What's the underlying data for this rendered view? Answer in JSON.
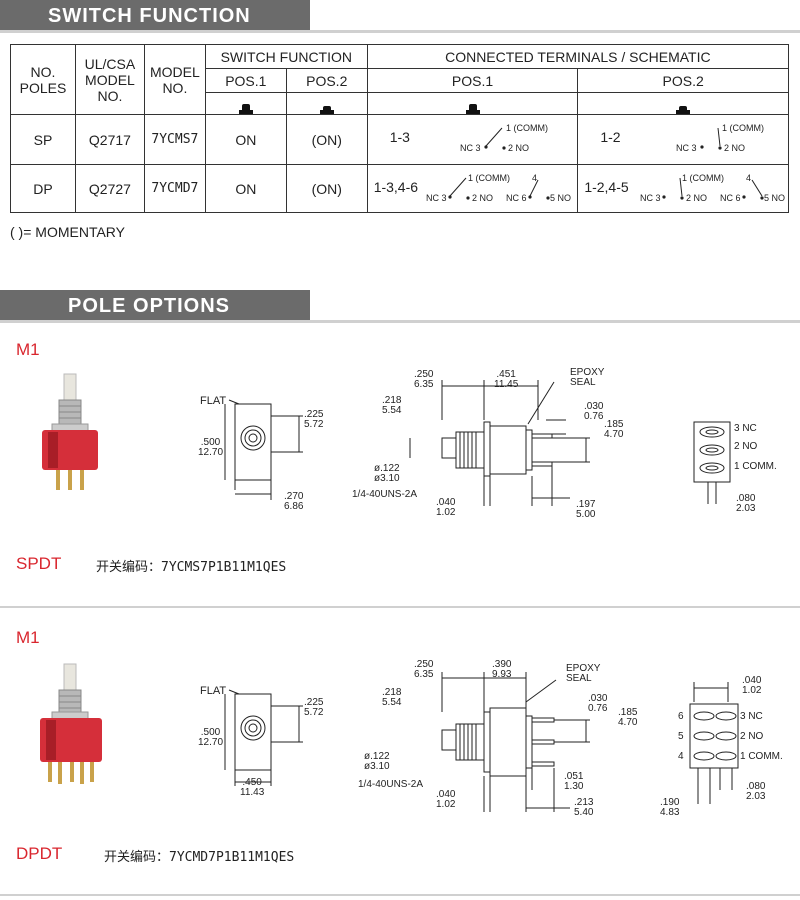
{
  "sections": {
    "switch_function": "SWITCH FUNCTION",
    "pole_options": "POLE OPTIONS"
  },
  "table": {
    "headers": {
      "no_poles": "NO. POLES",
      "ul_csa": "UL/CSA MODEL NO.",
      "model_no": "MODEL NO.",
      "switch_function": "SWITCH FUNCTION",
      "connected": "CONNECTED TERMINALS / SCHEMATIC",
      "pos1": "POS.1",
      "pos2": "POS.2"
    },
    "rows": [
      {
        "poles": "SP",
        "ul": "Q2717",
        "model": "7YCMS7",
        "pos1": "ON",
        "pos2": "(ON)",
        "conn1": "1-3",
        "conn2": "1-2"
      },
      {
        "poles": "DP",
        "ul": "Q2727",
        "model": "7YCMD7",
        "pos1": "ON",
        "pos2": "(ON)",
        "conn1": "1-3,4-6",
        "conn2": "1-2,4-5"
      }
    ],
    "schematic": {
      "comm": "1 (COMM)",
      "nc3": "NC 3",
      "no2": "2 NO",
      "t4": "4",
      "nc6": "NC 6",
      "no5": "5 NO"
    }
  },
  "momentary_note": "( )= MOMENTARY",
  "m1": {
    "label": "M1",
    "type": "SPDT",
    "code": "开关编码：7YCMS7P1B11M1QES",
    "flat": "FLAT",
    "d225": ".225",
    "d572": "5.72",
    "d500": ".500",
    "d1270": "12.70",
    "d270": ".270",
    "d686": "6.86",
    "d250": ".250",
    "d635": "6.35",
    "d451": ".451",
    "d1145": "11.45",
    "epoxy": "EPOXY SEAL",
    "d218": ".218",
    "d554": "5.54",
    "d030": ".030",
    "d076": "0.76",
    "d185": ".185",
    "d470": "4.70",
    "d122": "ø.122",
    "d310": "ø3.10",
    "thread": "1/4-40UNS-2A",
    "d040": ".040",
    "d102": "1.02",
    "d197": ".197",
    "d500mm": "5.00",
    "t3": "3 NC",
    "t2": "2 NO",
    "t1": "1 COMM.",
    "d080": ".080",
    "d203": "2.03"
  },
  "m2": {
    "label": "M1",
    "type": "DPDT",
    "code": "开关编码：7YCMD7P1B11M1QES",
    "flat": "FLAT",
    "d225": ".225",
    "d572": "5.72",
    "d500": ".500",
    "d1270": "12.70",
    "d450": ".450",
    "d1143": "11.43",
    "d250": ".250",
    "d635": "6.35",
    "d390": ".390",
    "d993": "9.93",
    "epoxy": "EPOXY SEAL",
    "d218": ".218",
    "d554": "5.54",
    "d030": ".030",
    "d076": "0.76",
    "d185": ".185",
    "d470": "4.70",
    "d122": "ø.122",
    "d310": "ø3.10",
    "thread": "1/4-40UNS-2A",
    "d040": ".040",
    "d102": "1.02",
    "d051": ".051",
    "d130": "1.30",
    "d213": ".213",
    "d540": "5.40",
    "d040b": ".040",
    "d102b": "1.02",
    "t6": "6",
    "t5": "5",
    "t4": "4",
    "t3": "3 NC",
    "t2": "2 NO",
    "t1": "1 COMM.",
    "d080": ".080",
    "d203": "2.03",
    "d190": ".190",
    "d483": "4.83"
  }
}
